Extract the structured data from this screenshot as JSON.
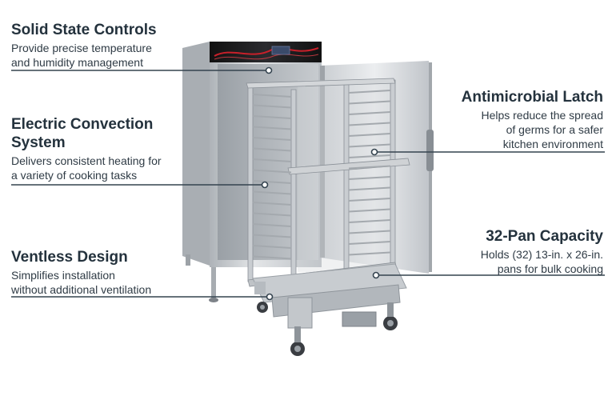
{
  "callouts": {
    "solid_state": {
      "title": "Solid State Controls",
      "desc": "Provide precise temperature\nand humidity management"
    },
    "convection": {
      "title": "Electric Convection\nSystem",
      "desc": "Delivers consistent heating for\na variety of cooking tasks"
    },
    "ventless": {
      "title": "Ventless Design",
      "desc": "Simplifies installation\nwithout additional ventilation"
    },
    "latch": {
      "title": "Antimicrobial Latch",
      "desc": "Helps reduce the spread\nof germs for a safer\nkitchen environment"
    },
    "capacity": {
      "title": "32-Pan Capacity",
      "desc": "Holds (32) 13-in. x 26-in.\npans for bulk cooking"
    }
  },
  "colors": {
    "leader_line": "#34434f",
    "steel_light": "#d9dcdf",
    "steel_mid": "#b4b9be",
    "steel_dark": "#8a9097",
    "panel_dark": "#1c1c1f",
    "accent_red": "#c8202a"
  }
}
